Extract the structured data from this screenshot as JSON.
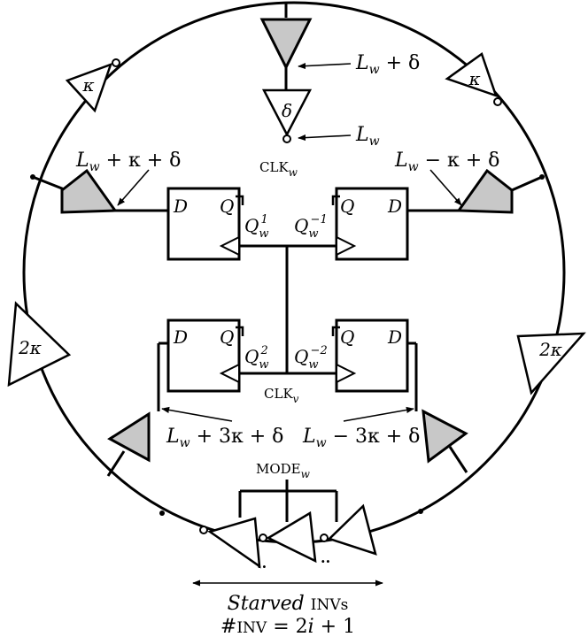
{
  "colors": {
    "stroke": "#000000",
    "gray_fill": "#c8c8c8",
    "background": "#ffffff"
  },
  "labels": {
    "kappa": "κ",
    "two_kappa": "2κ",
    "delta": "δ",
    "lw_plus_delta": "L_w + δ",
    "lw": "L_w",
    "clk_w": "CLK_w",
    "clk_v": "CLK_v",
    "mode_w": "MODE_w",
    "lw_plus_kappa_plus_delta": "L_w + κ + δ",
    "lw_minus_kappa_plus_delta": "L_w − κ + δ",
    "lw_plus_3kappa_plus_delta": "L_w + 3κ + δ",
    "lw_minus_3kappa_plus_delta": "L_w − 3κ + δ",
    "ff_d": "D",
    "ff_q": "Q",
    "q1": "Q_w^1",
    "q_minus1": "Q_w^-1",
    "q2": "Q_w^2",
    "q_minus2": "Q_w^-2",
    "ellipsis": "..",
    "starved_invs": "Starved INVs",
    "inv_count": "#INV = 2i + 1"
  }
}
